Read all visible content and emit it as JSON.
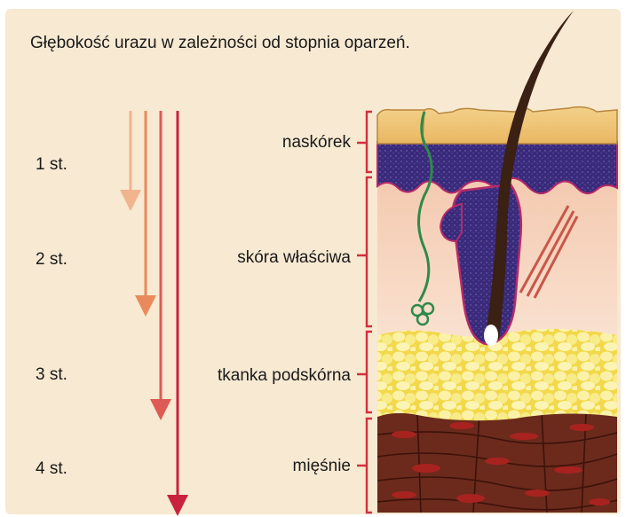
{
  "title": "Głębokość urazu w zależności od stopnia oparzeń.",
  "degrees": [
    "1 st.",
    "2 st.",
    "3 st.",
    "4 st."
  ],
  "layers": [
    "naskórek",
    "skóra właściwa",
    "tkanka podskórna",
    "mięśnie"
  ],
  "colors": {
    "background": "#f7e9d2",
    "arrow_1": "#f2b38f",
    "arrow_2": "#ea8a5c",
    "arrow_3": "#de5b55",
    "arrow_4": "#c8223e",
    "bracket": "#d2303f",
    "epidermis": "#f0c67a",
    "basal_layer": "#3a2a7a",
    "dermis": "#f4cdb6",
    "fat": "#f7e56a",
    "muscle": "#6b2a1c",
    "hair": "#3b2014"
  }
}
